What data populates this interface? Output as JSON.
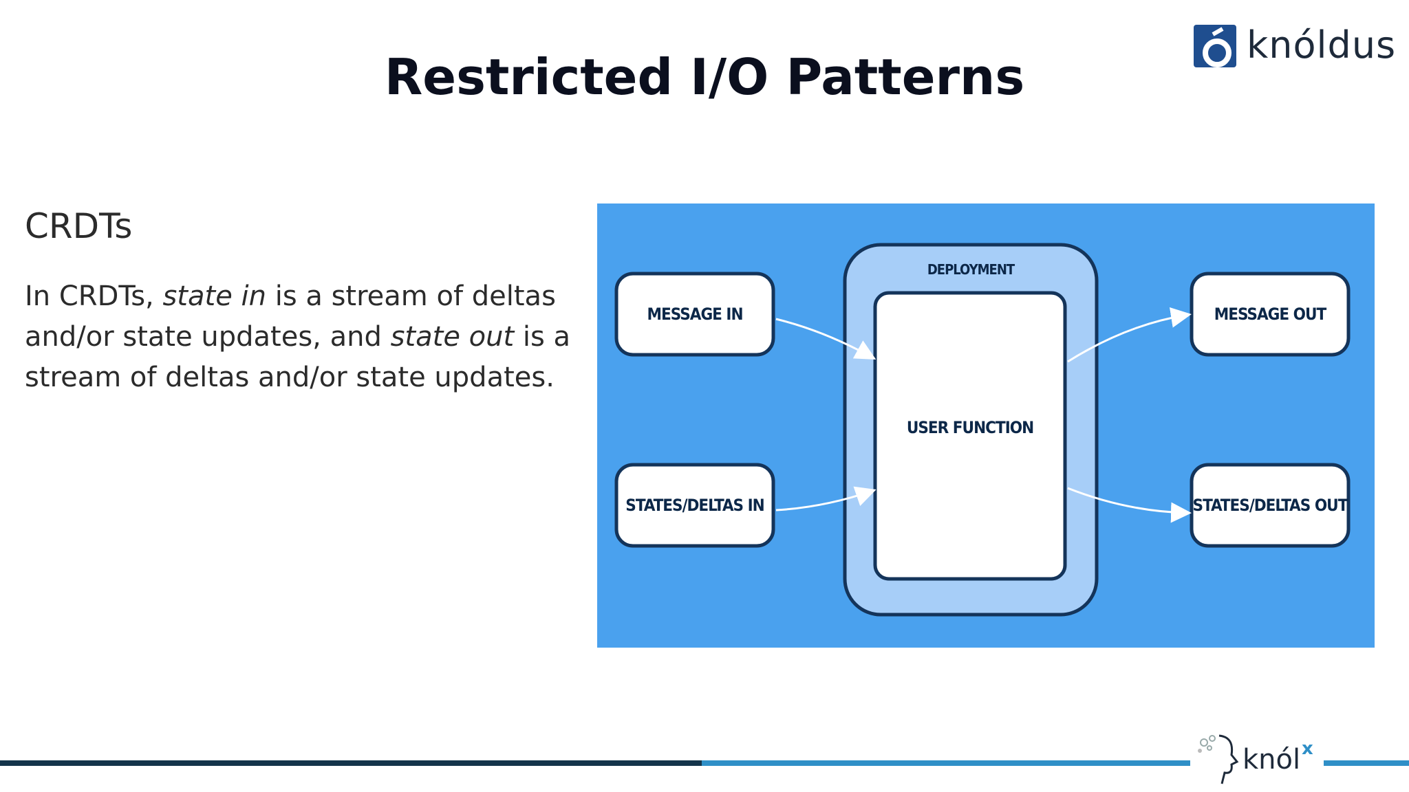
{
  "slide": {
    "title": "Restricted I/O Patterns",
    "heading": "CRDTs",
    "paragraph": {
      "p1": "In CRDTs, ",
      "em1": "state in",
      "p2": " is a stream of deltas and/or state updates, and ",
      "em2": "state out",
      "p3": " is a stream of deltas and/or state updates."
    }
  },
  "logo": {
    "text": "knóldus",
    "icon": "knoldus-logo-icon"
  },
  "footer_logo": {
    "text": "knól",
    "superscript": "x",
    "icon": "knolx-head-icon"
  },
  "diagram": {
    "deployment_label": "DEPLOYMENT",
    "user_function_label": "USER FUNCTION",
    "inputs": [
      "MESSAGE IN",
      "STATES/DELTAS IN"
    ],
    "outputs": [
      "MESSAGE OUT",
      "STATES/DELTAS OUT"
    ],
    "colors": {
      "background": "#4aa1ee",
      "deployment_fill": "#a7cef8",
      "box_stroke": "#14345a",
      "arrow": "#ffffff"
    }
  }
}
